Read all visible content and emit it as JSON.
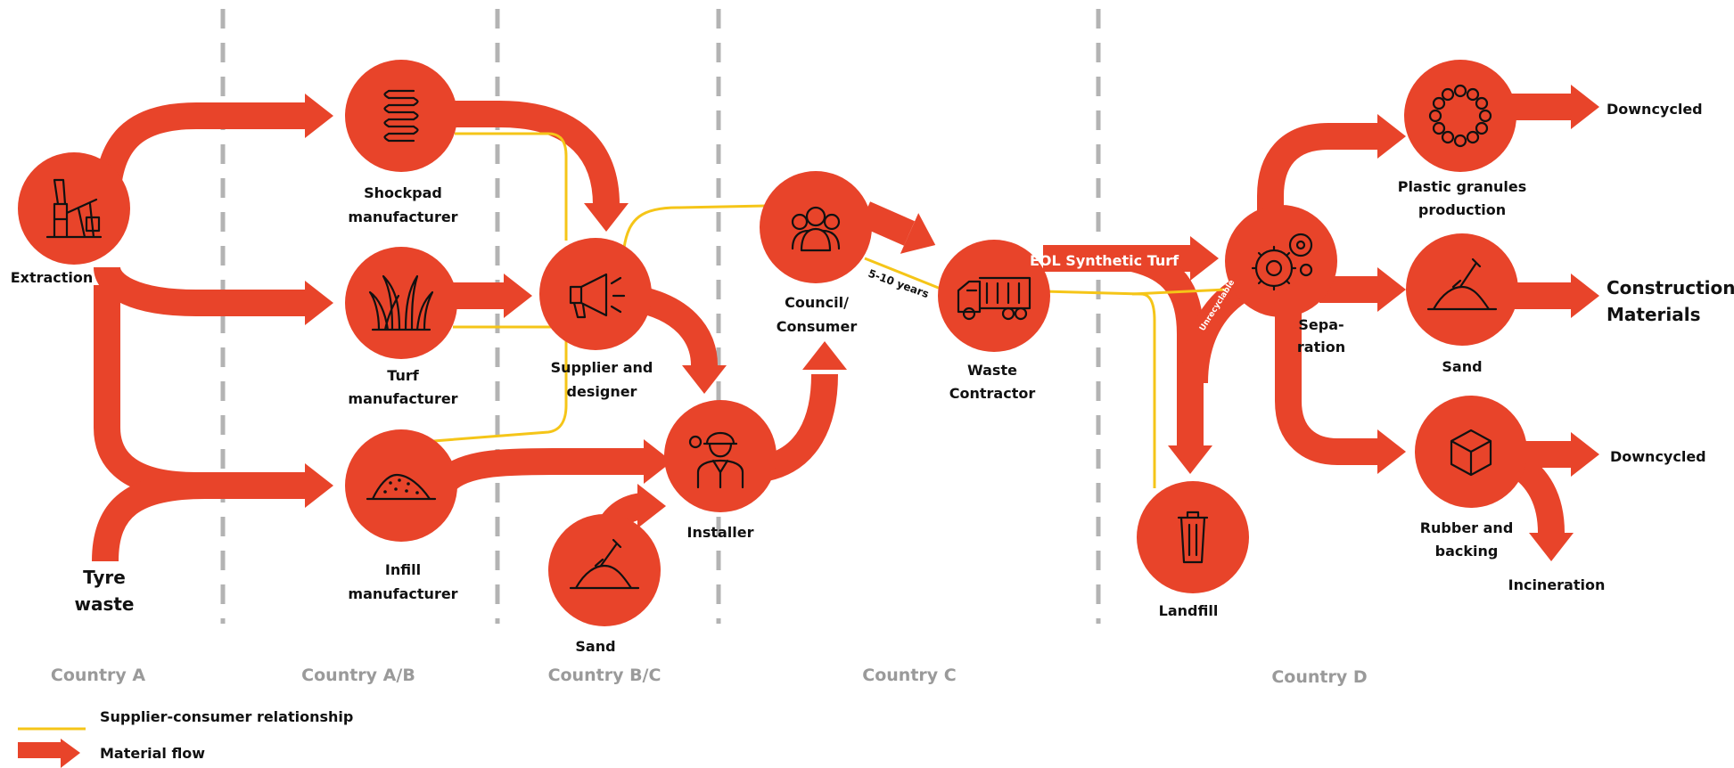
{
  "colors": {
    "flow": "#E8442A",
    "relationship": "#F5C518",
    "divider": "#b3b3b3",
    "country_text": "#9a9a9a"
  },
  "nodes": {
    "extraction": {
      "label": "Extraction",
      "icon": "oil-pump-icon"
    },
    "tyre_waste": {
      "label_lines": [
        "Tyre",
        "waste"
      ]
    },
    "shockpad": {
      "label_lines": [
        "Shockpad",
        "manufacturer"
      ],
      "icon": "spring-icon"
    },
    "turf": {
      "label_lines": [
        "Turf",
        "manufacturer"
      ],
      "icon": "grass-icon"
    },
    "infill": {
      "label_lines": [
        "Infill",
        "manufacturer"
      ],
      "icon": "granules-pile-icon"
    },
    "supplier": {
      "label_lines": [
        "Supplier and",
        "designer"
      ],
      "icon": "megaphone-icon"
    },
    "sand_input": {
      "label": "Sand",
      "icon": "sand-shovel-icon"
    },
    "installer": {
      "label": "Installer",
      "icon": "worker-icon"
    },
    "council": {
      "label_lines": [
        "Council/",
        "Consumer"
      ],
      "icon": "people-group-icon"
    },
    "waste_contractor": {
      "label_lines": [
        "Waste",
        "Contractor"
      ],
      "icon": "dump-truck-icon"
    },
    "landfill": {
      "label": "Landfill",
      "icon": "trash-bin-icon"
    },
    "separation": {
      "label_lines": [
        "Sepa-",
        "ration"
      ],
      "icon": "gears-icon"
    },
    "plastic_granules": {
      "label_lines": [
        "Plastic granules",
        "production"
      ],
      "icon": "bead-ring-icon"
    },
    "sand_output": {
      "label": "Sand",
      "icon": "sand-shovel-icon"
    },
    "rubber_backing": {
      "label_lines": [
        "Rubber and",
        "backing"
      ],
      "icon": "cube-icon"
    }
  },
  "outputs": {
    "downcycled_top": "Downcycled",
    "construction_materials": [
      "Construction",
      "Materials"
    ],
    "downcycled_bottom": "Downcycled",
    "incineration": "Incineration"
  },
  "flow_labels": {
    "eol_synthetic_turf": "EOL Synthetic Turf",
    "years": "5-10 years",
    "unrecyclable": "Unrecyclable"
  },
  "countries": [
    "Country A",
    "Country A/B",
    "Country B/C",
    "Country C",
    "Country D"
  ],
  "legend": {
    "relationship": "Supplier-consumer relationship",
    "material_flow": "Material flow"
  }
}
